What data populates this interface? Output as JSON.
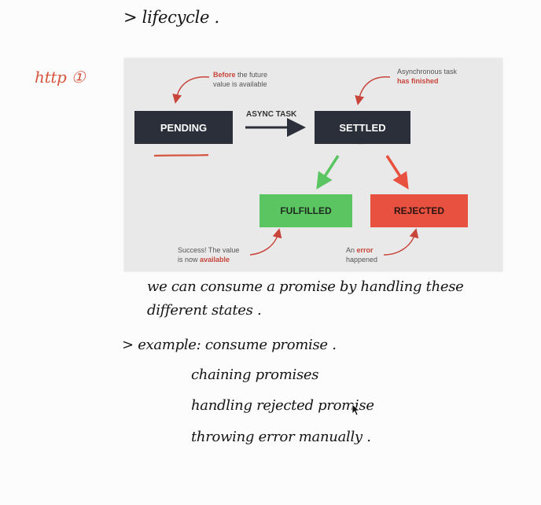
{
  "notes": {
    "heading": "> lifecycle .",
    "margin_note": "http ①",
    "line1": "we can consume a promise by handling these",
    "line2": "different states .",
    "example_label": "> example: consume promise .",
    "list": [
      "chaining promises",
      "handling rejected promise",
      "throwing error manually ."
    ]
  },
  "slide": {
    "pending": "PENDING",
    "async_task": "ASYNC TASK",
    "settled": "SETTLED",
    "fulfilled": "FULFILLED",
    "rejected": "REJECTED",
    "note_pending_bold": "Before",
    "note_pending_rest": " the future",
    "note_pending_line2": "value is available",
    "note_settled_line1": "Asynchronous task",
    "note_settled_bold": "has finished",
    "note_fulfilled_line1": "Success! The value",
    "note_fulfilled_line2_a": "is now ",
    "note_fulfilled_bold": "available",
    "note_rejected_line1_a": "An ",
    "note_rejected_bold": "error",
    "note_rejected_line2": "happened",
    "colors": {
      "dark_box": "#2b2f3a",
      "green": "#5bc562",
      "red": "#e8503f",
      "accent_red": "#c8453c",
      "background": "#e9e9e9"
    }
  }
}
